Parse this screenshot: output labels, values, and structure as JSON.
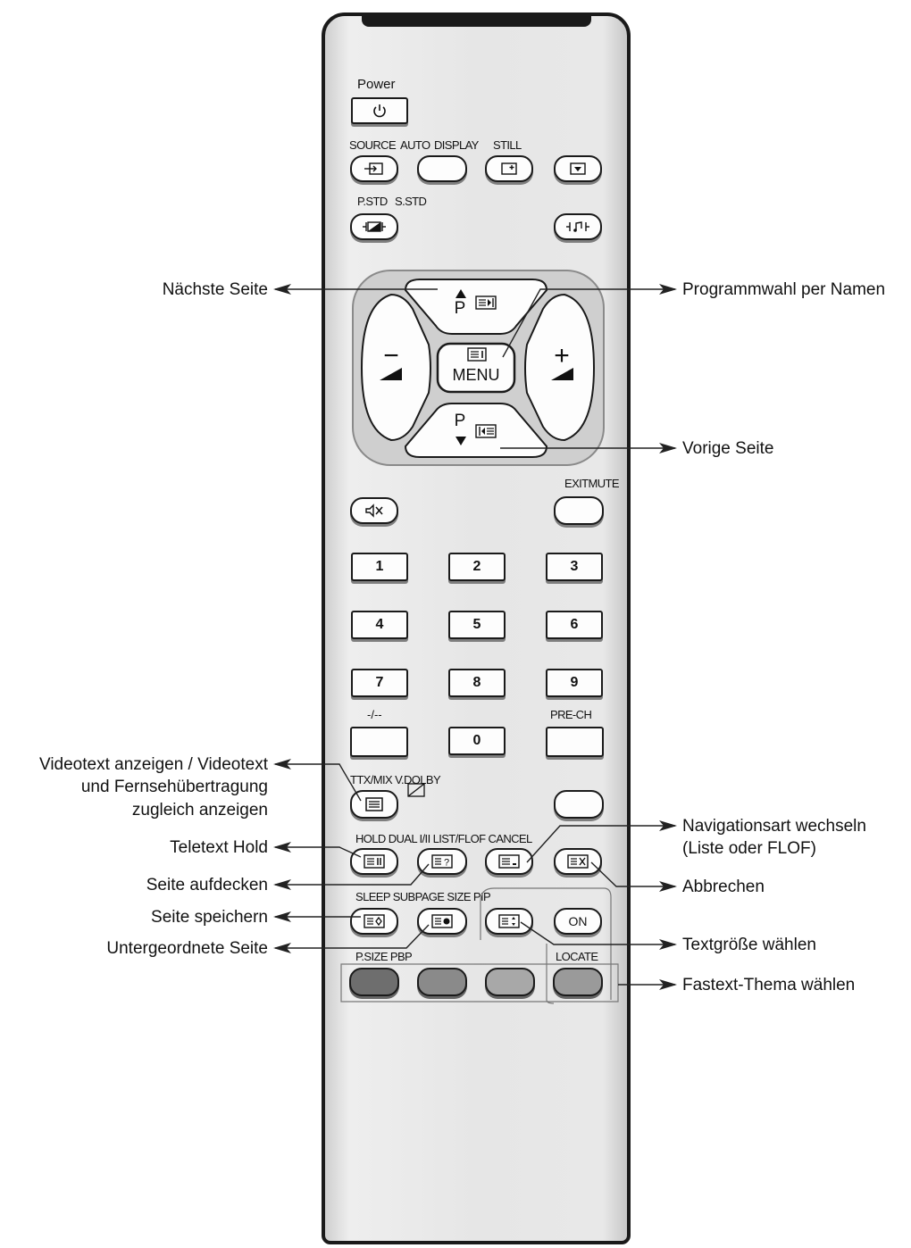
{
  "remote": {
    "power_label": "Power",
    "power_icon": "power-icon",
    "row1_labels": [
      "SOURCE",
      "AUTO",
      "DISPLAY",
      "STILL"
    ],
    "row2_labels": [
      "P.STD",
      "S.STD"
    ],
    "dpad": {
      "up_label": "P",
      "down_label": "P",
      "menu_label": "MENU",
      "minus_label": "−",
      "plus_label": "+"
    },
    "exitmute_label": "EXITMUTE",
    "digits": [
      "1",
      "2",
      "3",
      "4",
      "5",
      "6",
      "7",
      "8",
      "9",
      "0"
    ],
    "dash_label": "-/--",
    "prech_label": "PRE-CH",
    "ttx_label": "TTX/MIX V.DOLBY",
    "hold_row_labels": "HOLD DUAL I/II LIST/FLOF CANCEL",
    "sleep_row_labels": "SLEEP SUBPAGE SIZE PIP",
    "on_label": "ON",
    "psize_label": "P.SIZE PBP",
    "locate_label": "LOCATE",
    "colors": {
      "red": "#6e6e6e",
      "green": "#8a8a8a",
      "yellow": "#a8a8a8",
      "blue": "#9a9a9a"
    }
  },
  "callouts": {
    "naechste_seite": "Nächste Seite",
    "programmwahl": "Programmwahl per Namen",
    "vorige_seite": "Vorige Seite",
    "videotext_l1": "Videotext anzeigen / Videotext",
    "videotext_l2": "und Fernsehübertragung",
    "videotext_l3": "zugleich anzeigen",
    "navigation_l1": "Navigationsart wechseln",
    "navigation_l2": "(Liste oder FLOF)",
    "teletext_hold": "Teletext Hold",
    "seite_aufdecken": "Seite aufdecken",
    "abbrechen": "Abbrechen",
    "seite_speichern": "Seite speichern",
    "textgroesse": "Textgröße wählen",
    "untergeordnete": "Untergeordnete Seite",
    "fastext": "Fastext-Thema wählen"
  }
}
